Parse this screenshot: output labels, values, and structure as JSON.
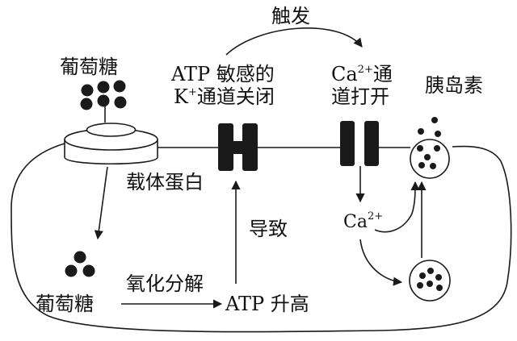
{
  "labels": {
    "trigger": "触发",
    "glucose_top": "葡萄糖",
    "atp_channel_line1": "ATP 敏感的",
    "atp_channel_line2_k": "K",
    "atp_channel_line2_sup": "+",
    "atp_channel_line2_rest": "通道关闭",
    "ca_channel_line1_ca": "Ca",
    "ca_channel_line1_sup": "2+",
    "ca_channel_line1_rest": "通",
    "ca_channel_line2": "道打开",
    "insulin": "胰岛素",
    "carrier_protein": "载体蛋白",
    "leads_to": "导致",
    "ca_ion": "Ca",
    "ca_ion_sup": "2+",
    "glucose_bottom": "葡萄糖",
    "oxidative_breakdown": "氧化分解",
    "atp_rise": "ATP 升高"
  },
  "colors": {
    "ink": "#1a1a1a",
    "background": "#ffffff"
  }
}
